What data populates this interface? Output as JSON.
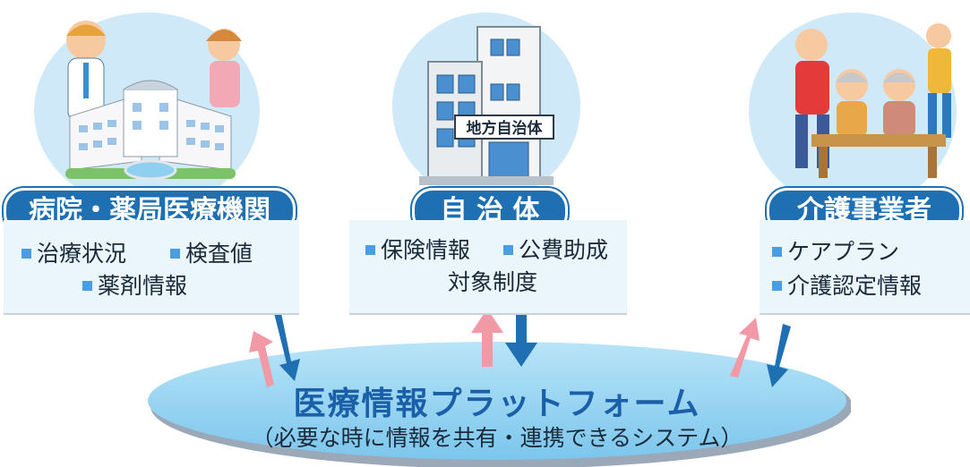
{
  "panels": {
    "hospital": {
      "title": "病院・薬局医療機関",
      "items": [
        "治療状況",
        "検査値",
        "薬剤情報"
      ]
    },
    "municipality": {
      "title": "自 治 体",
      "building_sign": "地方自治体",
      "items": [
        "保険情報",
        "公費助成",
        "対象制度"
      ]
    },
    "care": {
      "title": "介護事業者",
      "items": [
        "ケアプラン",
        "介護認定情報"
      ]
    }
  },
  "platform": {
    "name": "医療情報プラットフォーム",
    "subtitle": "（必要な時に情報を共有・連携できるシステム）"
  },
  "colors": {
    "title_pill": "#1f6fb3",
    "arrow_up": "#f19aa6",
    "arrow_down": "#1f6fb3",
    "ellipse": "#8fd0f0",
    "circle_bg": "#cfe9f8",
    "bullet": "#4a9ee0"
  }
}
